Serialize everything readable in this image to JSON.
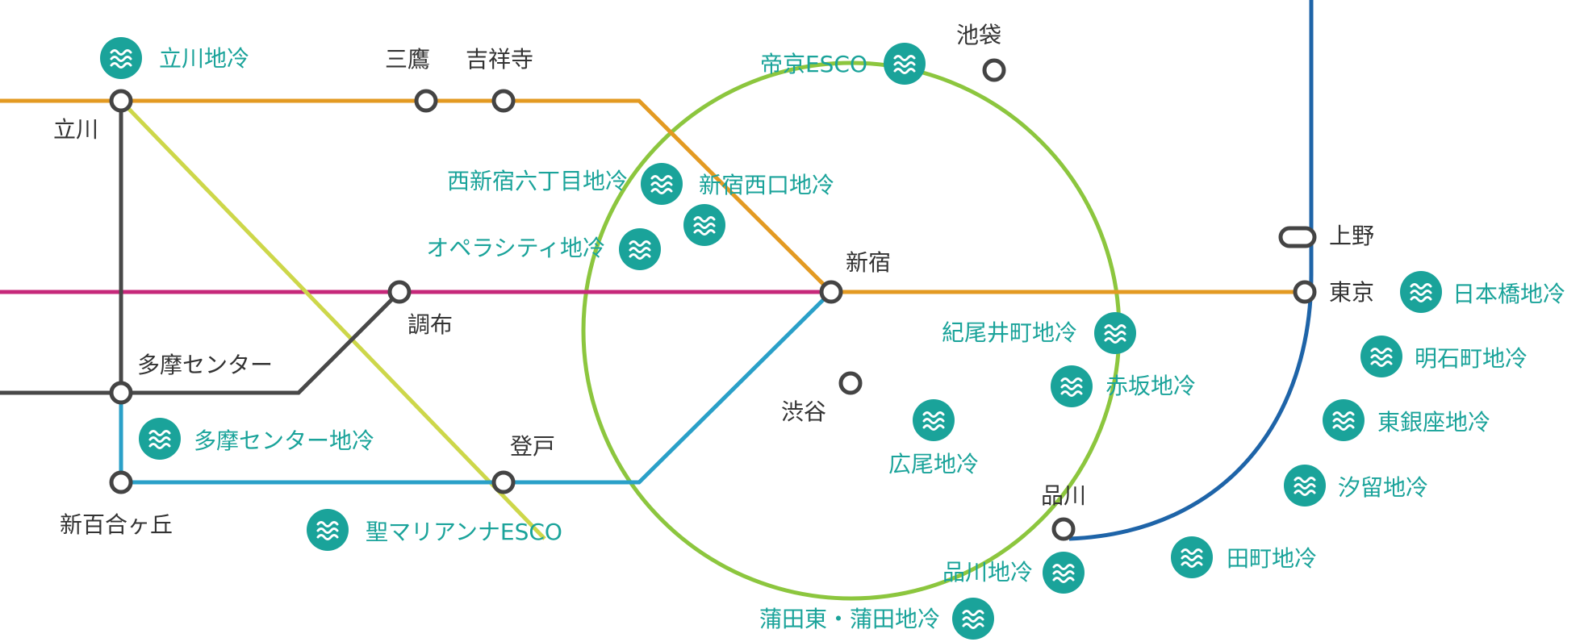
{
  "map": {
    "colors": {
      "chuo_line": "#e39a22",
      "keio_line": "#c6287a",
      "tama_monorail": "#484848",
      "nambu_line": "#cdd74a",
      "odakyu_line": "#2aa0c8",
      "yamanote_line": "#8cc63e",
      "keihin_tohoku_line": "#1e64a8",
      "station_marker_outline": "#444444",
      "dhc_badge": "#1aa39a",
      "station_label": "#333333",
      "dhc_label": "#1aa39a"
    },
    "stations": {
      "tachikawa": "立川",
      "mitaka": "三鷹",
      "kichijoji": "吉祥寺",
      "ikebukuro": "池袋",
      "shinjuku": "新宿",
      "ueno": "上野",
      "tokyo": "東京",
      "chofu": "調布",
      "tama_center": "多摩センター",
      "shibuya": "渋谷",
      "noborito": "登戸",
      "shinyurigaoka": "新百合ヶ丘",
      "shinagawa": "品川"
    },
    "dhc_sites": {
      "tachikawa": "立川地冷",
      "teikyo": "帝京ESCO",
      "nishi_shinjuku_6": "西新宿六丁目地冷",
      "shinjuku_nishiguchi": "新宿西口地冷",
      "opera_city": "オペラシティ地冷",
      "kioicho": "紀尾井町地冷",
      "akasaka": "赤坂地冷",
      "hiroo": "広尾地冷",
      "tama_center": "多摩センター地冷",
      "st_marianna": "聖マリアンナESCO",
      "shinagawa": "品川地冷",
      "kamata": "蒲田東・蒲田地冷",
      "nihonbashi": "日本橋地冷",
      "akashicho": "明石町地冷",
      "higashi_ginza": "東銀座地冷",
      "shiodome": "汐留地冷",
      "tamachi": "田町地冷"
    },
    "icons": {
      "dhc_badge": "water-waves-icon",
      "station_marker": "station-circle-icon",
      "transfer_marker": "station-pill-icon"
    }
  }
}
